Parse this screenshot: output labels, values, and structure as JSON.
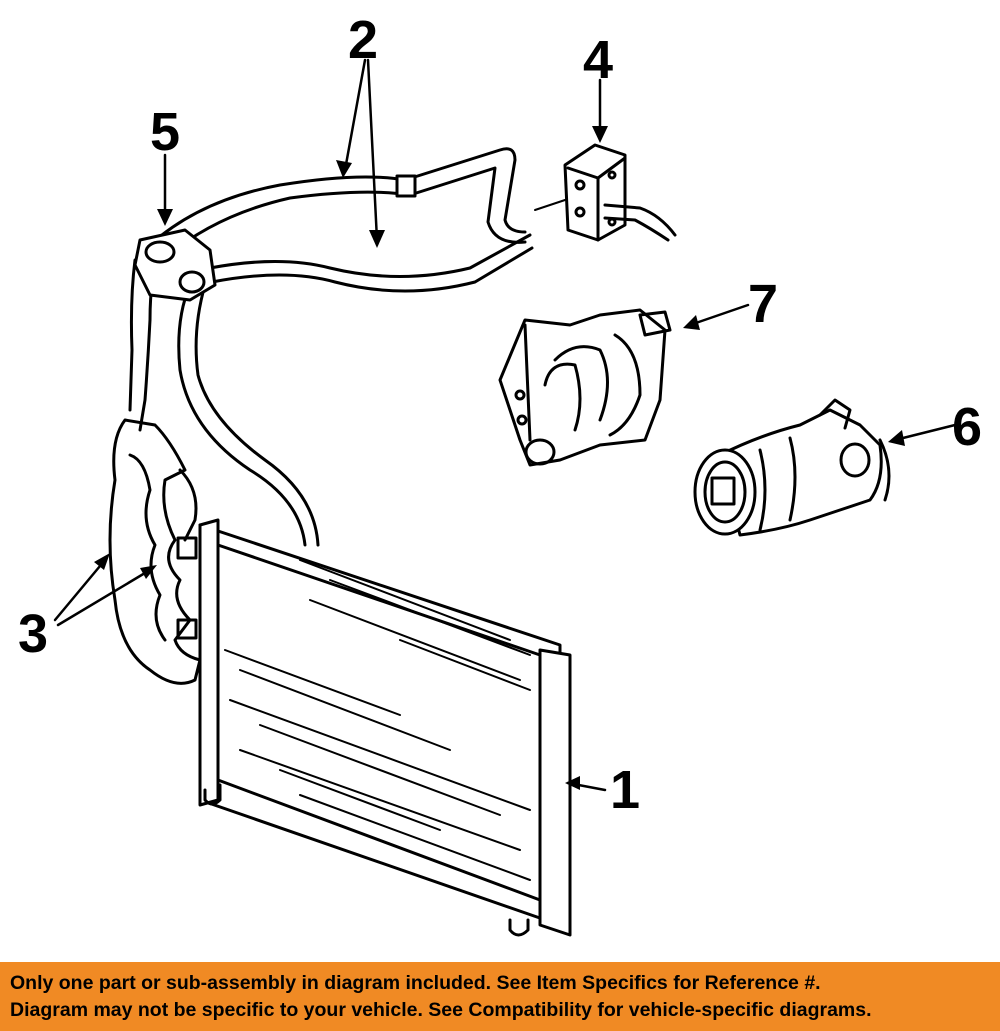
{
  "diagram": {
    "callouts": {
      "c1": "1",
      "c2": "2",
      "c3": "3",
      "c4": "4",
      "c5": "5",
      "c6": "6",
      "c7": "7"
    },
    "parts": [
      "condenser",
      "hoses",
      "condenser-brackets",
      "pressure-switch",
      "hose-clamp",
      "compressor",
      "compressor-bracket"
    ]
  },
  "banner": {
    "line1": "Only one part or sub-assembly in diagram included. See Item Specifics for Reference #.",
    "line2": "Diagram may not be specific to your vehicle. See Compatibility for vehicle-specific diagrams.",
    "background": "#f08a24"
  }
}
